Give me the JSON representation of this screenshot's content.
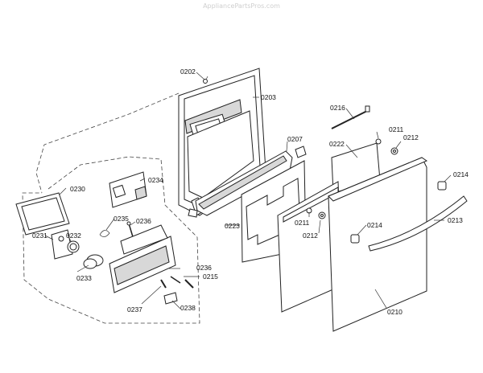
{
  "watermark": "AppliancePartsPros.com",
  "callouts": [
    {
      "key": "c0202",
      "text": "0202"
    },
    {
      "key": "c0203",
      "text": "0203"
    },
    {
      "key": "c0207",
      "text": "0207"
    },
    {
      "key": "c0210",
      "text": "0210"
    },
    {
      "key": "c0211a",
      "text": "0211"
    },
    {
      "key": "c0211b",
      "text": "0211"
    },
    {
      "key": "c0212a",
      "text": "0212"
    },
    {
      "key": "c0212b",
      "text": "0212"
    },
    {
      "key": "c0213",
      "text": "0213"
    },
    {
      "key": "c0214a",
      "text": "0214"
    },
    {
      "key": "c0214b",
      "text": "0214"
    },
    {
      "key": "c0215",
      "text": "0215"
    },
    {
      "key": "c0216",
      "text": "0216"
    },
    {
      "key": "c0222",
      "text": "0222"
    },
    {
      "key": "c0223",
      "text": "0223"
    },
    {
      "key": "c0230",
      "text": "0230"
    },
    {
      "key": "c0231",
      "text": "0231"
    },
    {
      "key": "c0232",
      "text": "0232"
    },
    {
      "key": "c0233",
      "text": "0233"
    },
    {
      "key": "c0234",
      "text": "0234"
    },
    {
      "key": "c0235",
      "text": "0235"
    },
    {
      "key": "c0236a",
      "text": "0236"
    },
    {
      "key": "c0236b",
      "text": "0236"
    },
    {
      "key": "c0237",
      "text": "0237"
    },
    {
      "key": "c0238",
      "text": "0238"
    }
  ]
}
